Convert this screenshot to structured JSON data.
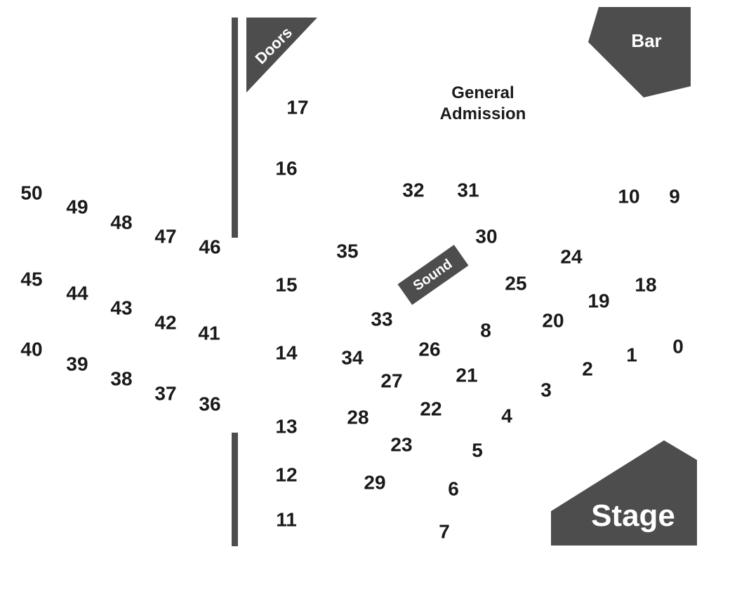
{
  "colors": {
    "shape": "#4d4d4d",
    "text": "#1a1a1a",
    "label_on_shape": "#ffffff"
  },
  "areas": {
    "doors": "Doors",
    "bar": "Bar",
    "sound": "Sound",
    "stage": "Stage",
    "general_admission": [
      "General",
      "Admission"
    ]
  },
  "sections": [
    "0",
    "1",
    "2",
    "3",
    "4",
    "5",
    "6",
    "7",
    "8",
    "9",
    "10",
    "11",
    "12",
    "13",
    "14",
    "15",
    "16",
    "17",
    "18",
    "19",
    "20",
    "21",
    "22",
    "23",
    "24",
    "25",
    "26",
    "27",
    "28",
    "29",
    "30",
    "31",
    "32",
    "33",
    "34",
    "35",
    "36",
    "37",
    "38",
    "39",
    "40",
    "41",
    "42",
    "43",
    "44",
    "45",
    "46",
    "47",
    "48",
    "49",
    "50"
  ]
}
